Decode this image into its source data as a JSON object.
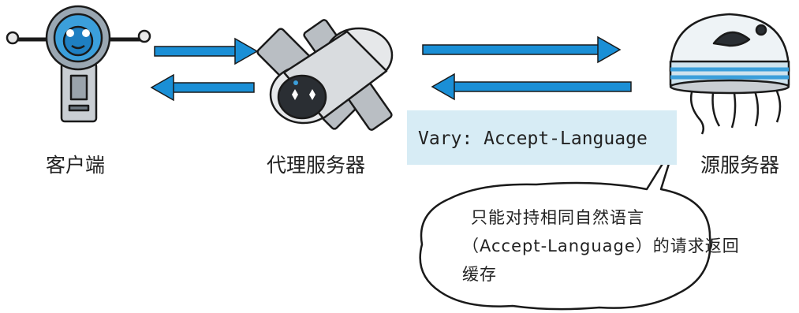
{
  "nodes": {
    "client": "客户端",
    "proxy": "代理服务器",
    "origin": "源服务器"
  },
  "header": {
    "vary": "Vary: Accept-Language"
  },
  "bubble": {
    "line1": "只能对持相同自然语言",
    "line2": "（Accept-Language）的请求返回",
    "line3": "缓存"
  },
  "colors": {
    "arrow": "#1a8fd6",
    "vary_bg": "#d7ecf5",
    "outline": "#1a1a1a",
    "robot_blue": "#3b9fdb"
  },
  "icons": [
    "client-robot-icon",
    "proxy-satellite-icon",
    "origin-jellyfish-icon"
  ]
}
